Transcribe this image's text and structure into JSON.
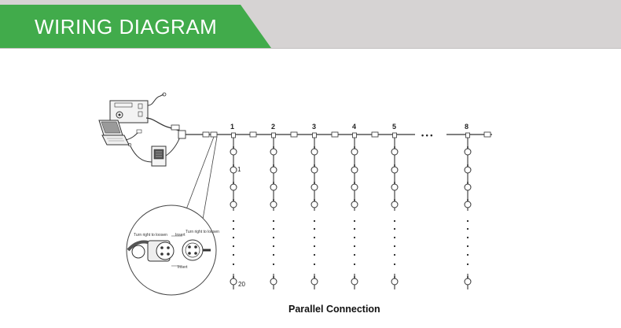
{
  "header": {
    "title": "WIRING DIAGRAM",
    "accent_color": "#41ab4b",
    "band_color": "#d6d3d3"
  },
  "diagram": {
    "strand_labels": [
      "1",
      "2",
      "3",
      "4",
      "5",
      "8"
    ],
    "ellipsis": "• • •",
    "first_node_label": "1",
    "last_node_label": "20",
    "caption": "Parallel Connection",
    "connector_callout": {
      "left_label": "Turn right to loosen",
      "right_label": "Turn right to loosen",
      "top_label": "Insert",
      "bottom_label": "Insert"
    },
    "icons": [
      "controller-box-icon",
      "laptop-icon",
      "power-supply-icon",
      "connector-magnifier-icon"
    ]
  }
}
